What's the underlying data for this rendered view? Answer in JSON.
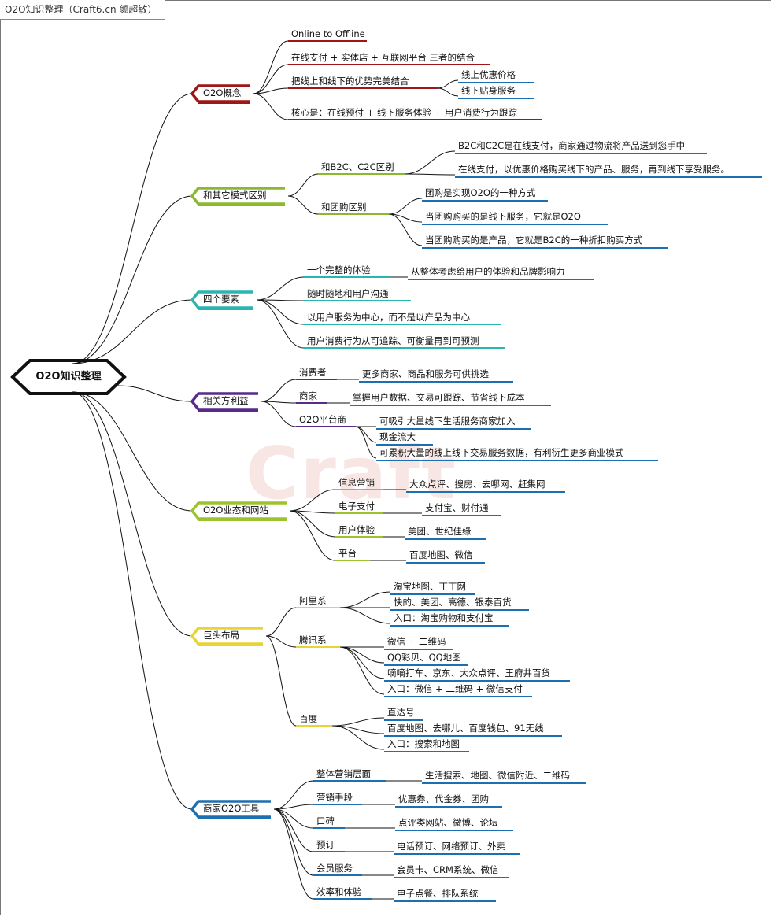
{
  "page_title": "O2O知识整理（Craft6.cn 颜超敏）",
  "watermark": "Craft",
  "root": "O2O知识整理",
  "branches": [
    {
      "label": "O2O概念",
      "color": "#a01515",
      "children": [
        {
          "label": "Online to Offline"
        },
        {
          "label": "在线支付 + 实体店 + 互联网平台 三者的结合"
        },
        {
          "label": "把线上和线下的优势完美结合",
          "children": [
            {
              "label": "线上优惠价格"
            },
            {
              "label": "线下贴身服务"
            }
          ]
        },
        {
          "label": "核心是：在线预付 + 线下服务体验 + 用户消费行为跟踪"
        }
      ]
    },
    {
      "label": "和其它模式区别",
      "color": "#8cb82e",
      "children": [
        {
          "label": "和B2C、C2C区别",
          "children": [
            {
              "label": "B2C和C2C是在线支付，商家通过物流将产品送到您手中"
            },
            {
              "label": "在线支付，以优惠价格购买线下的产品、服务，再到线下享受服务。"
            }
          ]
        },
        {
          "label": "和团购区别",
          "children": [
            {
              "label": "团购是实现O2O的一种方式"
            },
            {
              "label": "当团购购买的是线下服务，它就是O2O"
            },
            {
              "label": "当团购购买的是产品，它就是B2C的一种折扣购买方式"
            }
          ]
        }
      ]
    },
    {
      "label": "四个要素",
      "color": "#2cb5b0",
      "children": [
        {
          "label": "一个完整的体验",
          "children": [
            {
              "label": "从整体考虑给用户的体验和品牌影响力"
            }
          ]
        },
        {
          "label": "随时随地和用户沟通"
        },
        {
          "label": "以用户服务为中心，而不是以产品为中心"
        },
        {
          "label": "用户消费行为从可追踪、可衡量再到可预测"
        }
      ]
    },
    {
      "label": "相关方利益",
      "color": "#5a2a8a",
      "children": [
        {
          "label": "消费者",
          "children": [
            {
              "label": "更多商家、商品和服务可供挑选"
            }
          ]
        },
        {
          "label": "商家",
          "children": [
            {
              "label": "掌握用户数据、交易可跟踪、节省线下成本"
            }
          ]
        },
        {
          "label": "O2O平台商",
          "children": [
            {
              "label": "可吸引大量线下生活服务商家加入"
            },
            {
              "label": "现金流大"
            },
            {
              "label": "可累积大量的线上线下交易服务数据，有利衍生更多商业模式"
            }
          ]
        }
      ]
    },
    {
      "label": "O2O业态和网站",
      "color": "#9cc32f",
      "children": [
        {
          "label": "信息营销",
          "children": [
            {
              "label": "大众点评、搜房、去哪网、赶集网"
            }
          ]
        },
        {
          "label": "电子支付",
          "children": [
            {
              "label": "支付宝、财付通"
            }
          ]
        },
        {
          "label": "用户体验",
          "children": [
            {
              "label": "美团、世纪佳缘"
            }
          ]
        },
        {
          "label": "平台",
          "children": [
            {
              "label": "百度地图、微信"
            }
          ]
        }
      ]
    },
    {
      "label": "巨头布局",
      "color": "#e8d535",
      "children": [
        {
          "label": "阿里系",
          "children": [
            {
              "label": "淘宝地图、丁丁网"
            },
            {
              "label": "快的、美团、高德、银泰百货"
            },
            {
              "label": "入口：淘宝购物和支付宝"
            }
          ]
        },
        {
          "label": "腾讯系",
          "children": [
            {
              "label": "微信 + 二维码"
            },
            {
              "label": "QQ彩贝、QQ地图"
            },
            {
              "label": "嘀嘀打车、京东、大众点评、王府井百货"
            },
            {
              "label": "入口：微信 + 二维码 + 微信支付"
            }
          ]
        },
        {
          "label": "百度",
          "children": [
            {
              "label": "直达号"
            },
            {
              "label": "百度地图、去哪儿、百度钱包、91无线"
            },
            {
              "label": "入口：搜索和地图"
            }
          ]
        }
      ]
    },
    {
      "label": "商家O2O工具",
      "color": "#1e6fb0",
      "children": [
        {
          "label": "整体营销层面",
          "children": [
            {
              "label": "生活搜索、地图、微信附近、二维码"
            }
          ]
        },
        {
          "label": "营销手段",
          "children": [
            {
              "label": "优惠券、代金券、团购"
            }
          ]
        },
        {
          "label": "口碑",
          "children": [
            {
              "label": "点评类网站、微博、论坛"
            }
          ]
        },
        {
          "label": "预订",
          "children": [
            {
              "label": "电话预订、网络预订、外卖"
            }
          ]
        },
        {
          "label": "会员服务",
          "children": [
            {
              "label": "会员卡、CRM系统、微信"
            }
          ]
        },
        {
          "label": "效率和体验",
          "children": [
            {
              "label": "电子点餐、排队系统"
            }
          ]
        }
      ]
    }
  ]
}
